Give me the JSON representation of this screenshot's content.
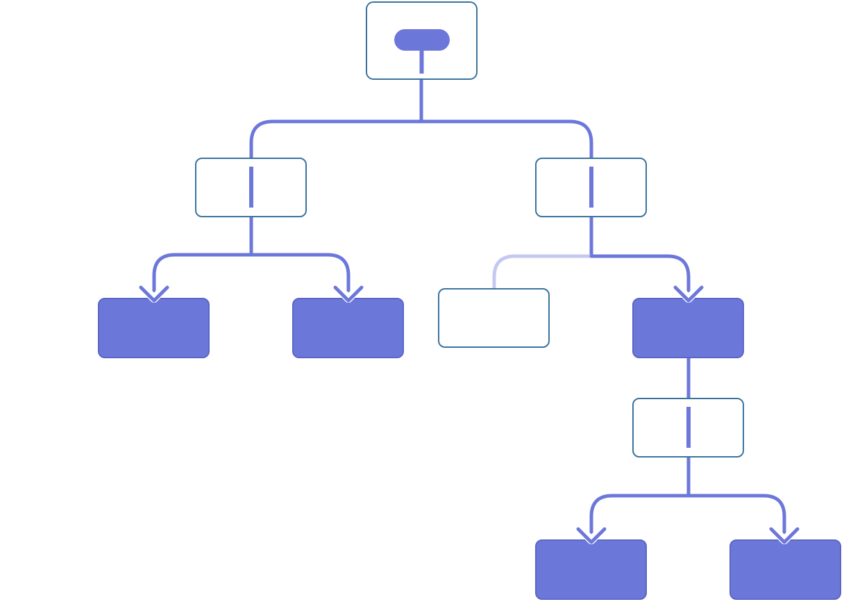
{
  "diagram": {
    "type": "tree",
    "colors": {
      "accent": "#6c77da",
      "accent_light": "#c5c9f1",
      "node_border": "#39739d",
      "node_fill": "#ffffff",
      "leaf_fill": "#6c77da",
      "leaf_border": "#5b66c4",
      "chevron": "#ffffff"
    },
    "nodes": [
      {
        "id": "root",
        "kind": "root",
        "label": ""
      },
      {
        "id": "left-decision",
        "kind": "decision",
        "label": ""
      },
      {
        "id": "right-decision",
        "kind": "decision",
        "label": ""
      },
      {
        "id": "leaf-1",
        "kind": "leaf",
        "label": ""
      },
      {
        "id": "leaf-2",
        "kind": "leaf",
        "label": ""
      },
      {
        "id": "inactive-node",
        "kind": "inactive",
        "label": ""
      },
      {
        "id": "leaf-3",
        "kind": "leaf",
        "label": ""
      },
      {
        "id": "lower-decision",
        "kind": "decision",
        "label": ""
      },
      {
        "id": "leaf-4",
        "kind": "leaf",
        "label": ""
      },
      {
        "id": "leaf-5",
        "kind": "leaf",
        "label": ""
      }
    ],
    "edges": [
      {
        "from": "root",
        "to": "left-decision",
        "state": "active"
      },
      {
        "from": "root",
        "to": "right-decision",
        "state": "active"
      },
      {
        "from": "left-decision",
        "to": "leaf-1",
        "state": "active"
      },
      {
        "from": "left-decision",
        "to": "leaf-2",
        "state": "active"
      },
      {
        "from": "right-decision",
        "to": "inactive-node",
        "state": "inactive"
      },
      {
        "from": "right-decision",
        "to": "leaf-3",
        "state": "active"
      },
      {
        "from": "leaf-3",
        "to": "lower-decision",
        "state": "active"
      },
      {
        "from": "lower-decision",
        "to": "leaf-4",
        "state": "active"
      },
      {
        "from": "lower-decision",
        "to": "leaf-5",
        "state": "active"
      }
    ]
  }
}
